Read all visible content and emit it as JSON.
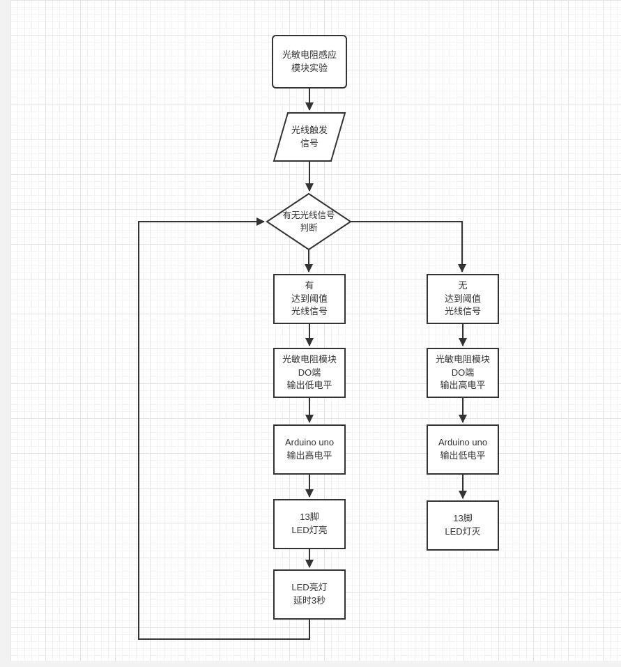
{
  "page": {
    "background_color": "#f2f2f2",
    "canvas_background": "#ffffff",
    "grid_major_color": "#e4e4e9",
    "grid_minor_color": "#f4f4f7"
  },
  "style": {
    "shape_stroke_color": "#333333",
    "shape_fill_color": "#ffffff",
    "connector_color": "#333333",
    "text_color": "#333333"
  },
  "nodes": {
    "start": {
      "shape": "rounded-rectangle",
      "text": "光敏电阻感应\n模块实验"
    },
    "light_input": {
      "shape": "parallelogram",
      "text": "光线触发\n信号"
    },
    "decision": {
      "shape": "diamond",
      "text": "有无光线信号\n判断"
    },
    "left_threshold": {
      "shape": "rectangle",
      "text": "有\n达到阈值\n光线信号"
    },
    "left_do_low": {
      "shape": "rectangle",
      "text": "光敏电阻模块\nDO端\n输出低电平"
    },
    "left_arduino_high": {
      "shape": "rectangle",
      "text": "Arduino uno\n输出高电平"
    },
    "left_led_on": {
      "shape": "rectangle",
      "text": "13脚\nLED灯亮"
    },
    "left_led_delay": {
      "shape": "rectangle",
      "text": "LED亮灯\n延时3秒"
    },
    "right_threshold": {
      "shape": "rectangle",
      "text": "无\n达到阈值\n光线信号"
    },
    "right_do_high": {
      "shape": "rectangle",
      "text": "光敏电阻模块\nDO端\n输出高电平"
    },
    "right_arduino_low": {
      "shape": "rectangle",
      "text": "Arduino uno\n输出低电平"
    },
    "right_led_off": {
      "shape": "rectangle",
      "text": "13脚\nLED灯灭"
    }
  },
  "edges": [
    {
      "from": "start",
      "to": "light_input"
    },
    {
      "from": "light_input",
      "to": "decision"
    },
    {
      "from": "decision",
      "to": "left_threshold"
    },
    {
      "from": "decision",
      "to": "right_threshold"
    },
    {
      "from": "left_threshold",
      "to": "left_do_low"
    },
    {
      "from": "left_do_low",
      "to": "left_arduino_high"
    },
    {
      "from": "left_arduino_high",
      "to": "left_led_on"
    },
    {
      "from": "left_led_on",
      "to": "left_led_delay"
    },
    {
      "from": "left_led_delay",
      "to": "decision"
    },
    {
      "from": "right_threshold",
      "to": "right_do_high"
    },
    {
      "from": "right_do_high",
      "to": "right_arduino_low"
    },
    {
      "from": "right_arduino_low",
      "to": "right_led_off"
    }
  ]
}
